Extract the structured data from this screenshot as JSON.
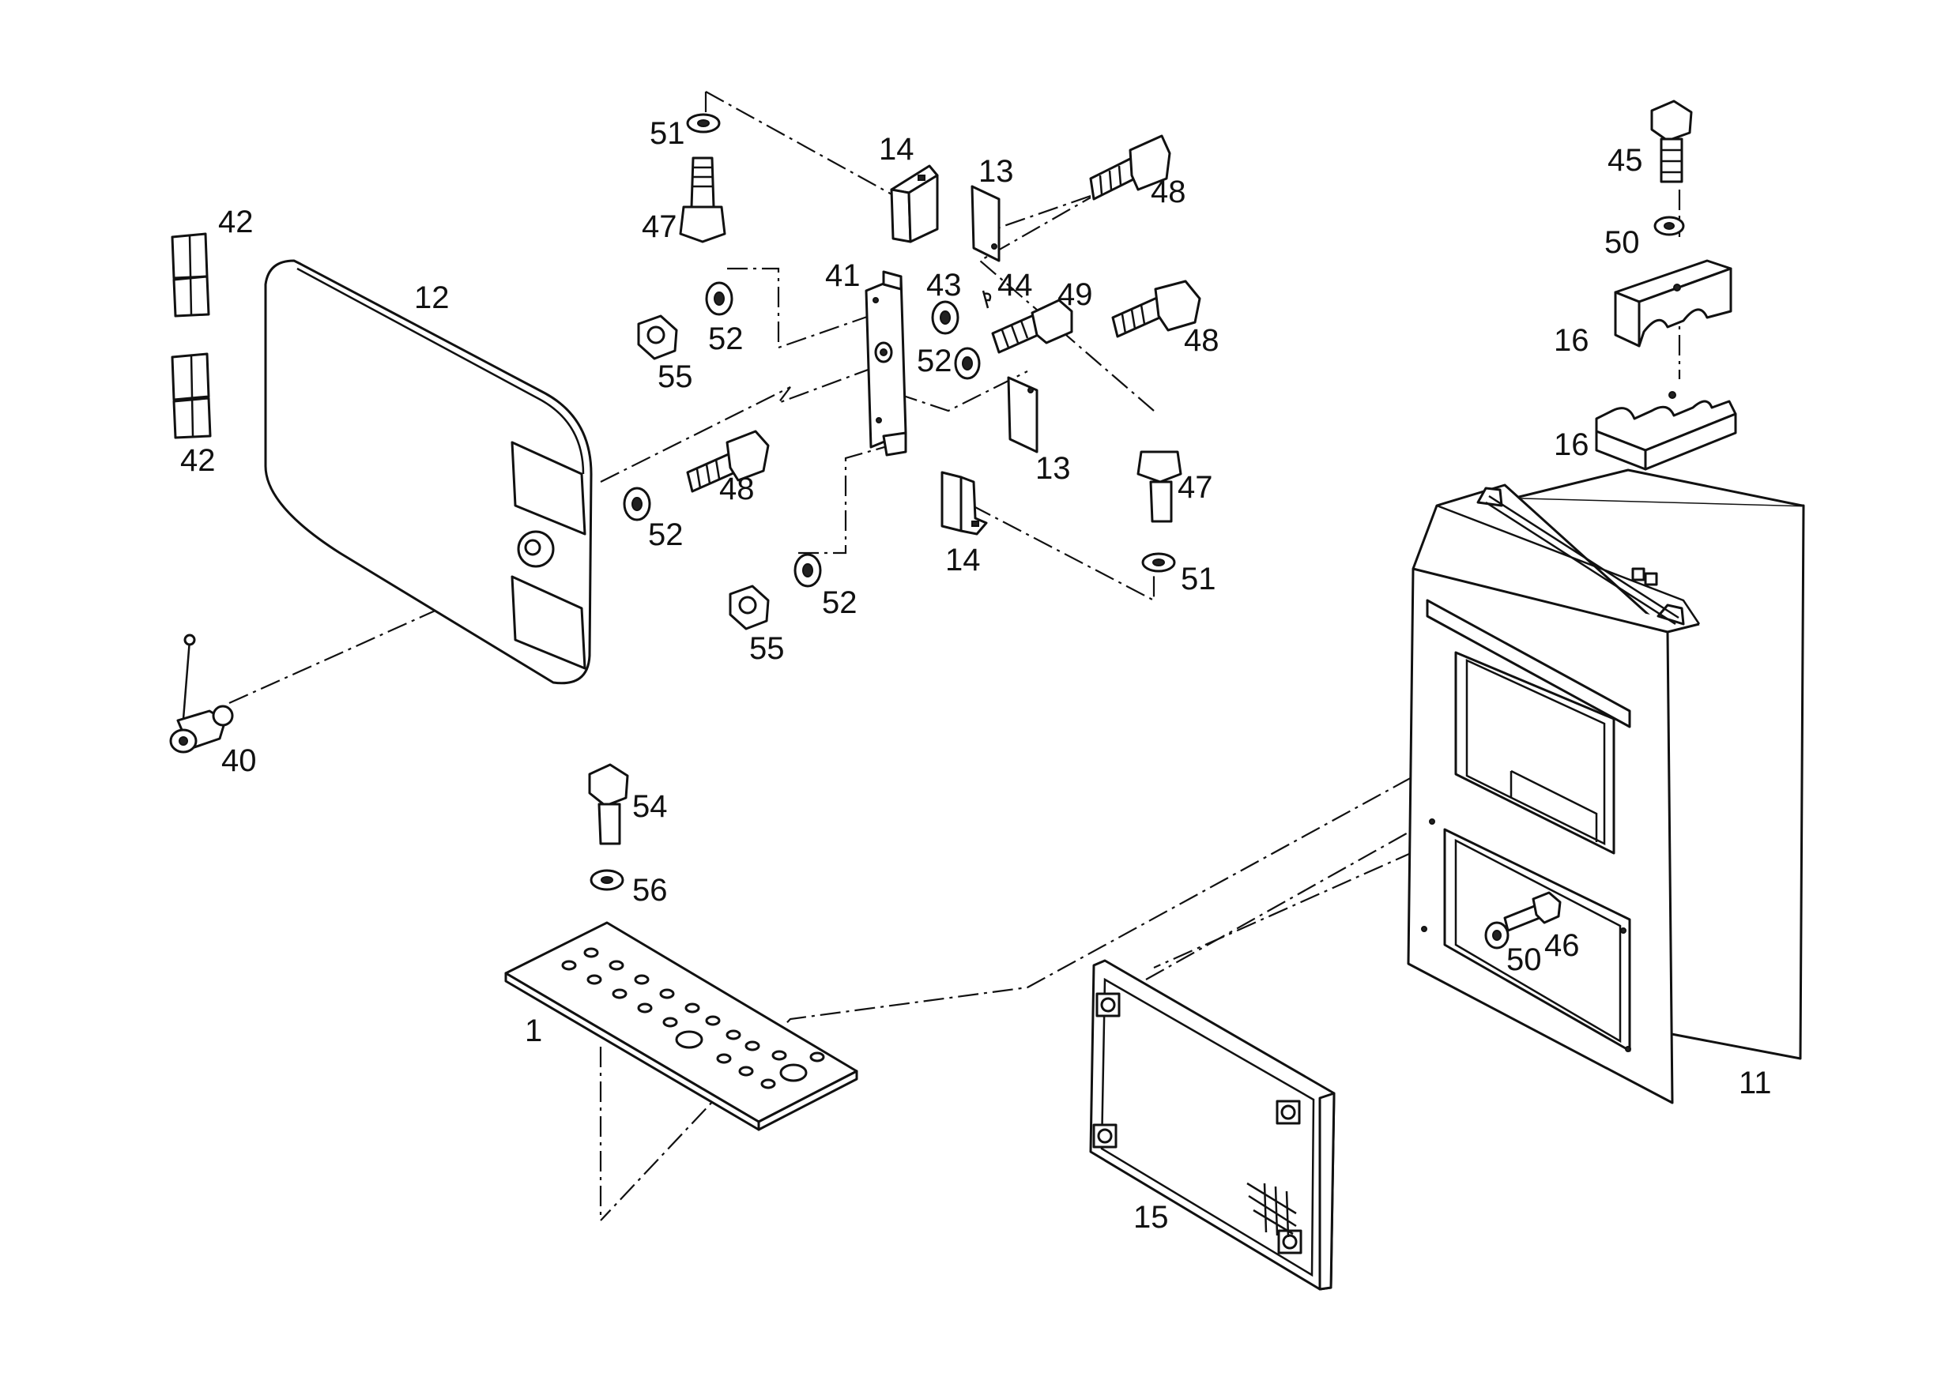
{
  "callouts": [
    {
      "id": "c42a",
      "text": "42"
    },
    {
      "id": "c42b",
      "text": "42"
    },
    {
      "id": "c12",
      "text": "12"
    },
    {
      "id": "c40",
      "text": "40"
    },
    {
      "id": "c51a",
      "text": "51"
    },
    {
      "id": "c47a",
      "text": "47"
    },
    {
      "id": "c14a",
      "text": "14"
    },
    {
      "id": "c13a",
      "text": "13"
    },
    {
      "id": "c48a",
      "text": "48"
    },
    {
      "id": "c41",
      "text": "41"
    },
    {
      "id": "c43",
      "text": "43"
    },
    {
      "id": "c44",
      "text": "44"
    },
    {
      "id": "c49",
      "text": "49"
    },
    {
      "id": "c48b",
      "text": "48"
    },
    {
      "id": "c52a",
      "text": "52"
    },
    {
      "id": "c55a",
      "text": "55"
    },
    {
      "id": "c52b",
      "text": "52"
    },
    {
      "id": "c48c",
      "text": "48"
    },
    {
      "id": "c52c",
      "text": "52"
    },
    {
      "id": "c13b",
      "text": "13"
    },
    {
      "id": "c47b",
      "text": "47"
    },
    {
      "id": "c14b",
      "text": "14"
    },
    {
      "id": "c51b",
      "text": "51"
    },
    {
      "id": "c52d",
      "text": "52"
    },
    {
      "id": "c55b",
      "text": "55"
    },
    {
      "id": "c45",
      "text": "45"
    },
    {
      "id": "c50a",
      "text": "50"
    },
    {
      "id": "c16a",
      "text": "16"
    },
    {
      "id": "c16b",
      "text": "16"
    },
    {
      "id": "c54",
      "text": "54"
    },
    {
      "id": "c56",
      "text": "56"
    },
    {
      "id": "c1",
      "text": "1"
    },
    {
      "id": "c50b",
      "text": "50"
    },
    {
      "id": "c46",
      "text": "46"
    },
    {
      "id": "c11",
      "text": "11"
    },
    {
      "id": "c15",
      "text": "15"
    }
  ]
}
